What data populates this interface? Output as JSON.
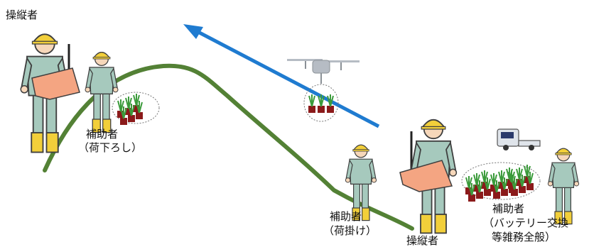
{
  "labels": {
    "operator_top": "操縦者",
    "assistant_unload_line1": "補助者",
    "assistant_unload_line2": "（荷下ろし）",
    "assistant_load_line1": "補助者",
    "assistant_load_line2": "（荷掛け）",
    "operator_bottom": "操縦者",
    "assistant_misc_line1": "補助者",
    "assistant_misc_line2": "（バッテリー交換",
    "assistant_misc_line3": "等雑務全般）"
  },
  "colors": {
    "slope": "#538135",
    "arrow": "#1f7bd0",
    "worker_body": "#a6c9bd",
    "worker_outline": "#3f3f3f",
    "helmet": "#f2cf3a",
    "boot": "#f2cf3a",
    "controller": "#f4a582",
    "skin": "#f6d7ba",
    "seedling_leaf": "#3b9b3b",
    "seedling_pot": "#8b1a1a",
    "drone": "#b6bcc4",
    "truck_cab": "#dfe4ea",
    "truck_window": "#2b3a6b"
  },
  "icons": {
    "worker": "worker-icon",
    "drone": "drone-icon",
    "truck": "truck-icon",
    "seedling": "seedling-tray-icon",
    "controller": "remote-controller-icon"
  }
}
